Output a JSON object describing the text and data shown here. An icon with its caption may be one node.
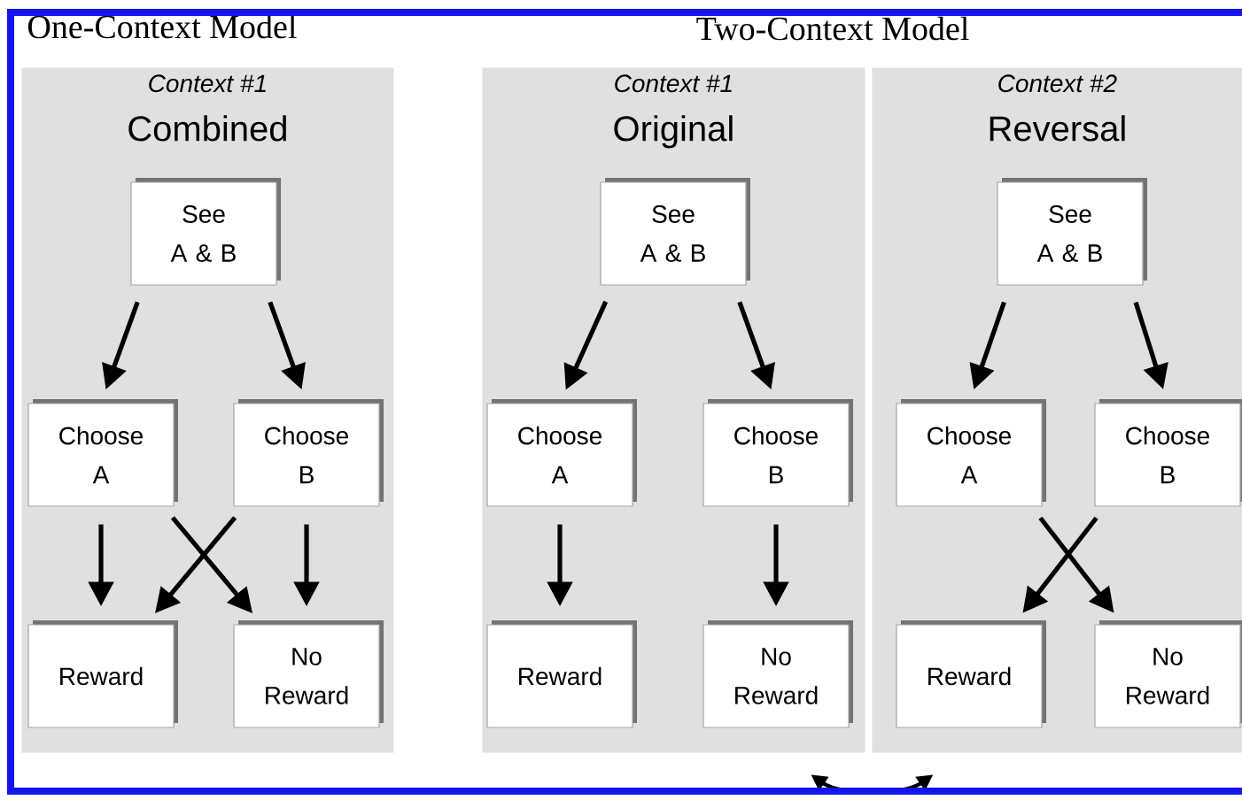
{
  "diagram": {
    "nodes": [
      {
        "text": [
          "Context #1",
          "Combined"
        ]
      },
      {
        "text": [
          "See A & B"
        ],
        "in": 0
      },
      {
        "text": [
          "Choose A"
        ],
        "in": 0
      },
      {
        "text": [
          "Choose B"
        ],
        "in": 0
      },
      {
        "text": [
          "Reward"
        ],
        "in": 0
      },
      {
        "text": [
          "No Reward"
        ],
        "in": 0
      },
      {
        "text": [
          "Context #1",
          "Original"
        ]
      },
      {
        "text": [
          "See A & B"
        ],
        "in": 6
      },
      {
        "text": [
          "Choose A"
        ],
        "in": 6
      },
      {
        "text": [
          "Choose B"
        ],
        "in": 6
      },
      {
        "text": [
          "Reward"
        ],
        "in": 6
      },
      {
        "text": [
          "No Reward"
        ],
        "in": 6
      },
      {
        "text": [
          "Context #2",
          "Reversal"
        ]
      },
      {
        "text": [
          "See A & B"
        ],
        "in": 12
      },
      {
        "text": [
          "Choose A"
        ],
        "in": 12
      },
      {
        "text": [
          "Choose B"
        ],
        "in": 12
      },
      {
        "text": [
          "Reward"
        ],
        "in": 12
      },
      {
        "text": [
          "No Reward"
        ],
        "in": 12
      }
    ],
    "edges": [
      {
        "from": 1,
        "to": 2,
        "arrow": "to"
      },
      {
        "from": 1,
        "to": 3,
        "arrow": "to"
      },
      {
        "from": 2,
        "to": 4,
        "arrow": "to"
      },
      {
        "from": 2,
        "to": 5,
        "arrow": "to"
      },
      {
        "from": 3,
        "to": 4,
        "arrow": "to"
      },
      {
        "from": 3,
        "to": 5,
        "arrow": "to"
      },
      {
        "from": 7,
        "to": 8,
        "arrow": "to"
      },
      {
        "from": 7,
        "to": 9,
        "arrow": "to"
      },
      {
        "from": 8,
        "to": 10,
        "arrow": "to"
      },
      {
        "from": 9,
        "to": 11,
        "arrow": "to"
      },
      {
        "from": 13,
        "to": 14,
        "arrow": "to"
      },
      {
        "from": 13,
        "to": 15,
        "arrow": "to"
      },
      {
        "from": 14,
        "to": 17,
        "arrow": "to"
      },
      {
        "from": 15,
        "to": 16,
        "arrow": "to"
      },
      {
        "from": 6,
        "to": 12,
        "arrow": "both"
      }
    ],
    "labels": [
      "One-Context Model",
      "Two-Context Model"
    ]
  }
}
